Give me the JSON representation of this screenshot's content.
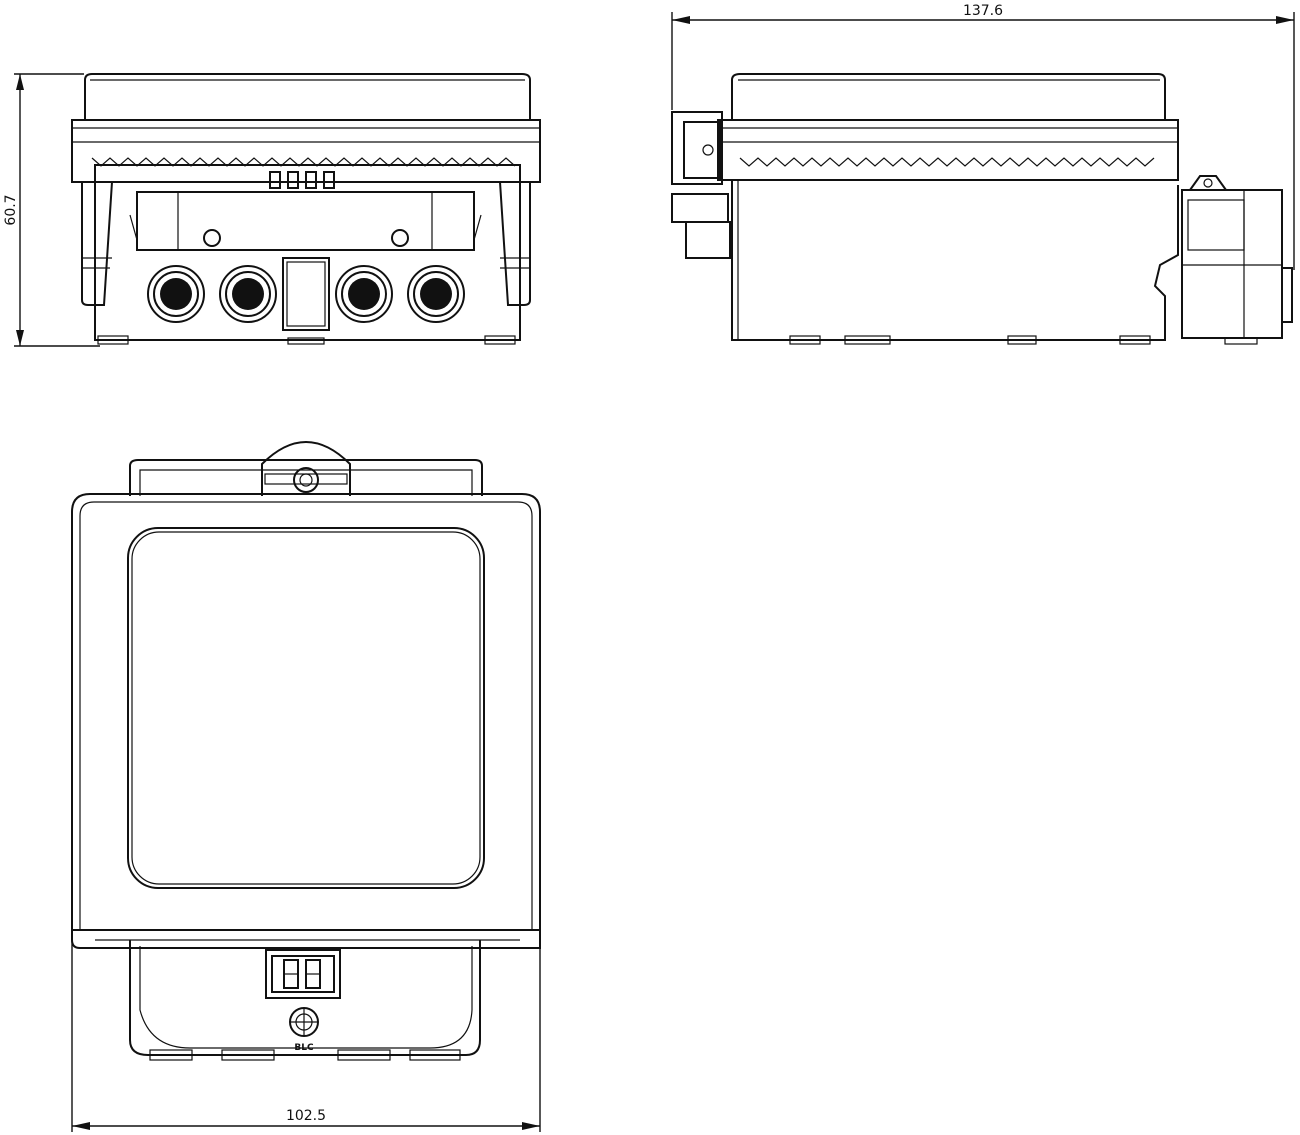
{
  "dimensions": {
    "height": "60.7",
    "length": "137.6",
    "width": "102.5"
  },
  "marks": {
    "bottom_label": "BLC"
  }
}
